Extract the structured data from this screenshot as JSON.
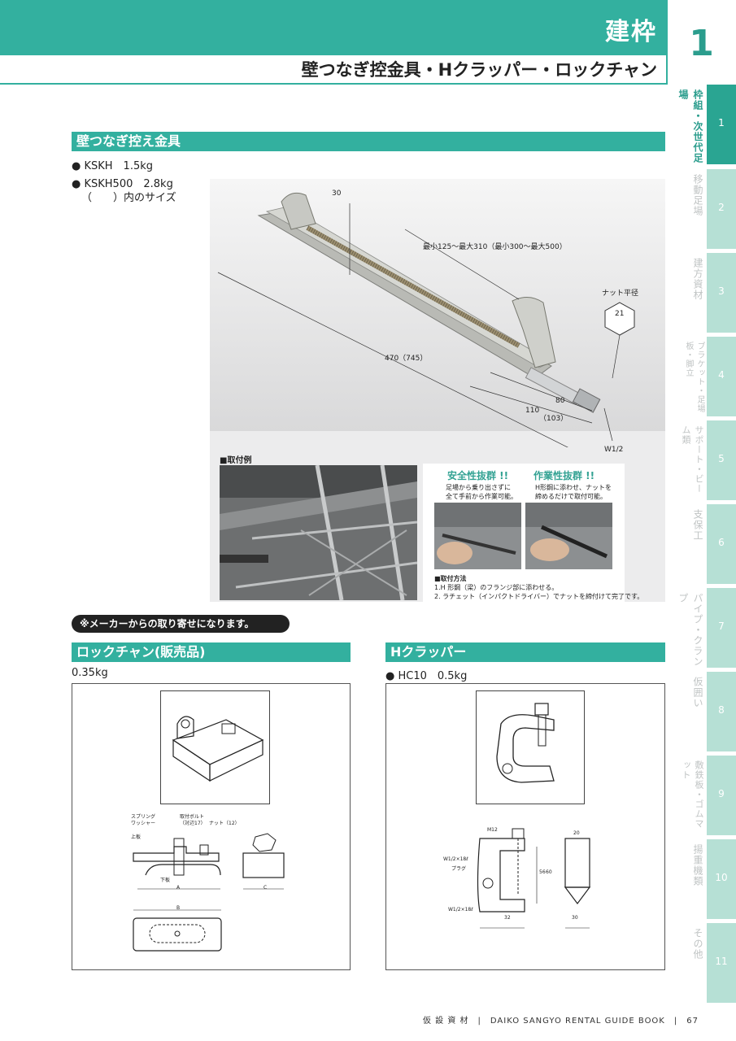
{
  "header": {
    "category": "建枠",
    "chapter": "1",
    "subtitle": "壁つなぎ控金具・Hクラッパー・ロックチャン"
  },
  "sidebar": [
    {
      "label": "枠組・次世代足場",
      "no": "1",
      "active": true
    },
    {
      "label": "移動足場",
      "no": "2"
    },
    {
      "label": "建方資材",
      "no": "3"
    },
    {
      "label": "ブラケット・足場板・脚立",
      "no": "4"
    },
    {
      "label": "サポート・ビーム類",
      "no": "5"
    },
    {
      "label": "支保工",
      "no": "6"
    },
    {
      "label": "パイプ・クランプ",
      "no": "7"
    },
    {
      "label": "仮囲い",
      "no": "8"
    },
    {
      "label": "敷鉄板・ゴムマット",
      "no": "9"
    },
    {
      "label": "揚重機類",
      "no": "10"
    },
    {
      "label": "その他",
      "no": "11"
    }
  ],
  "wall_tie": {
    "heading": "壁つなぎ控え金具",
    "spec1": "● KSKH　1.5kg",
    "spec2": "● KSKH500　2.8kg",
    "spec3": "（　　）内のサイズ",
    "dims": {
      "d30": "30",
      "range": "最小125～最大310（最小300～最大500）",
      "nut_label": "ナット平径",
      "nut": "21",
      "length": "470（745）",
      "d80": "80",
      "d110": "110",
      "d103": "（103）",
      "thread": "W1/2"
    },
    "example_label": "■取付例",
    "safety_title": "安全性抜群 !!",
    "safety_l1": "足場から乗り出さずに",
    "safety_l2": "全て手前から作業可能。",
    "work_title": "作業性抜群 !!",
    "work_l1": "H形鋼に添わせ、ナットを",
    "work_l2": "締めるだけで取付可能。",
    "method_label": "■取付方法",
    "method_1": "1.H 形鋼（梁）のフランジ部に添わせる。",
    "method_2": "2. ラチェット（インパクトドライバー）でナットを締付けて完了です。"
  },
  "note": "※メーカーからの取り寄せになります。",
  "lockchan": {
    "heading": "ロックチャン(販売品)",
    "spec": "0.35kg",
    "labels": {
      "spring": "スプリング",
      "washer": "ワッシャー",
      "bolt": "取付ボルト",
      "bolt_size": "（対辺17）",
      "nut": "ナット（12）",
      "upper": "上板",
      "lower": "下板",
      "a": "A",
      "b": "B",
      "c": "C"
    }
  },
  "hclapper": {
    "heading": "Hクラッパー",
    "spec": "● HC10　0.5kg",
    "labels": {
      "m12": "M12",
      "w1": "W1/2×18ℓ",
      "plug": "プラグ",
      "w2": "W1/2×18ℓ",
      "d32": "32",
      "d20": "20",
      "d30": "30",
      "d56": "56",
      "d60": "60"
    }
  },
  "footer": "仮 設 資 材　|　DAIKO SANGYO RENTAL GUIDE BOOK　|　67"
}
